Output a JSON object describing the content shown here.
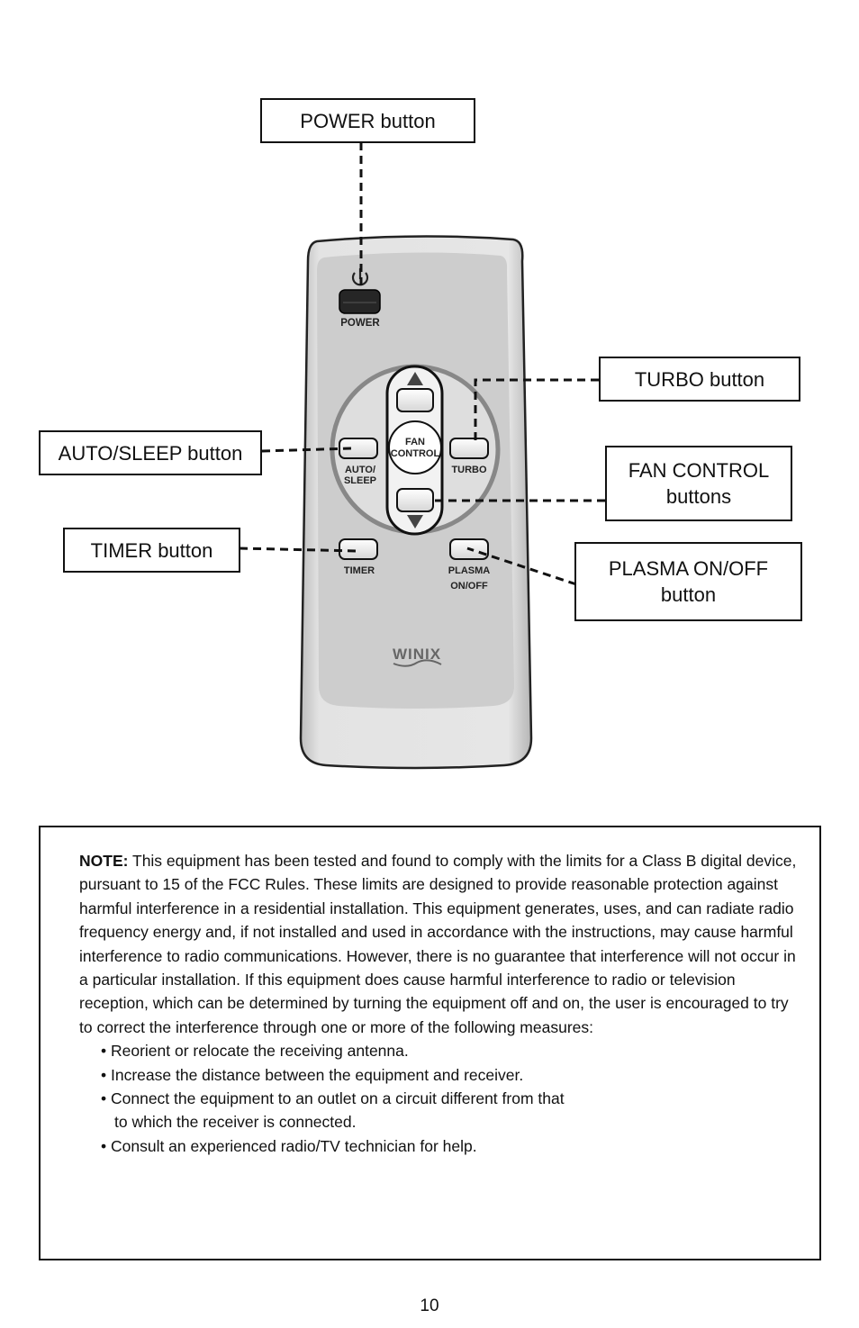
{
  "callouts": {
    "power": "POWER button",
    "turbo": "TURBO button",
    "auto_sleep": "AUTO/SLEEP button",
    "fan_control_line1": "FAN CONTROL",
    "fan_control_line2": "buttons",
    "timer": "TIMER button",
    "plasma_line1": "PLASMA ON/OFF",
    "plasma_line2": "button"
  },
  "remote": {
    "power_label": "POWER",
    "fan_label_line1": "FAN",
    "fan_label_line2": "CONTROL",
    "auto_label_line1": "AUTO/",
    "auto_label_line2": "SLEEP",
    "turbo_label": "TURBO",
    "timer_label": "TIMER",
    "plasma_label_line1": "PLASMA",
    "plasma_label_line2": "ON/OFF",
    "brand": "WINIX"
  },
  "note": {
    "heading": "NOTE:",
    "body": "This equipment has been tested and found to comply with the limits for a Class B digital device, pursuant to 15 of the FCC Rules. These limits are designed to provide reasonable protection against harmful interference in a residential installation. This equipment generates, uses, and can radiate radio frequency energy and, if not installed and used in accordance with the instructions, may cause harmful interference to radio communications. However, there is no guarantee that interference will not occur in a particular installation. If this equipment does cause harmful interference to radio or television reception, which can be determined by turning the equipment off and on, the user is encouraged to try to correct the interference through one or more of the following measures:",
    "bullets": [
      "• Reorient or relocate the receiving antenna.",
      "• Increase the distance between the equipment and receiver.",
      "• Connect the equipment to an outlet on a circuit different from that",
      "• Consult an experienced radio/TV technician for help."
    ],
    "bullet_3_continuation": "to which the receiver is connected."
  },
  "page_number": "10",
  "colors": {
    "remote_body": "#d9d9d9",
    "remote_panel": "#cbcbcb",
    "button_fill": "#ececec",
    "power_button": "#222222",
    "outline": "#111111"
  }
}
